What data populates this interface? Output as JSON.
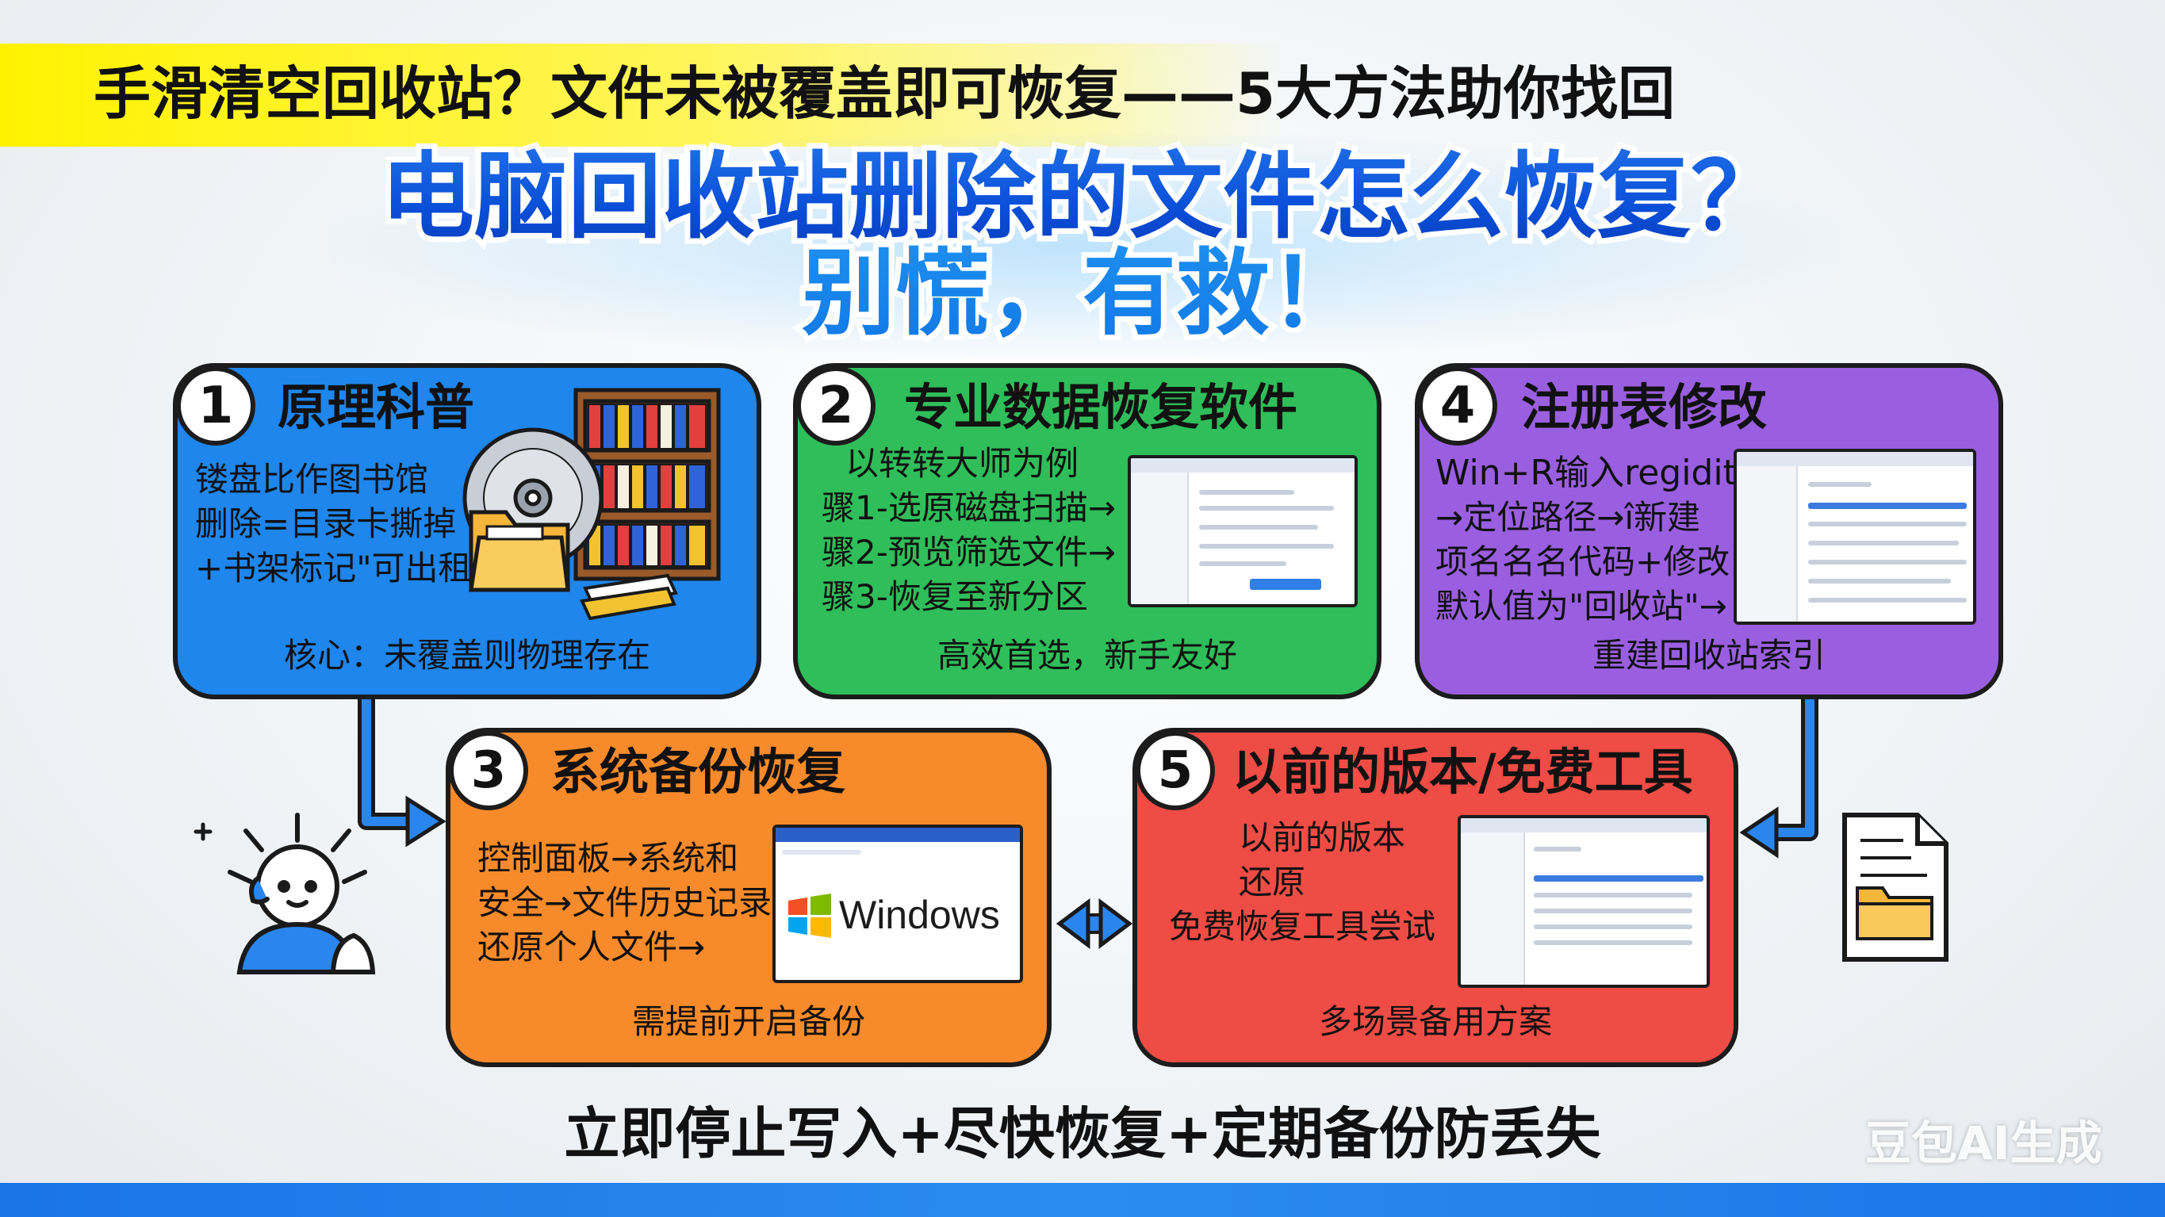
{
  "header": {
    "subtitle": "手滑清空回收站？文件未被覆盖即可恢复——5大方法助你找回",
    "title_line1": "电脑回收站删除的文件怎么恢复？",
    "title_line2": "别慌，有救！"
  },
  "cards": {
    "c1": {
      "number": "1",
      "title": "原理科普",
      "lines": [
        "镂盘比作图书馆",
        "删除=目录卡撕掉",
        "+书架标记\"可出租"
      ],
      "footer": "核心：未覆盖则物理存在",
      "color": "#1e86ec"
    },
    "c2": {
      "number": "2",
      "title": "专业数据恢复软件",
      "lines": [
        "以转转大师为例",
        "骤1-选原磁盘扫描→",
        "骤2-预览筛选文件→",
        "骤3-恢复至新分区"
      ],
      "footer": "高效首选，新手友好",
      "color": "#2fbe5a"
    },
    "c3": {
      "number": "3",
      "title": "系统备份恢复",
      "lines": [
        "控制面板→系统和",
        "安全→文件历史记录",
        "还原个人文件→"
      ],
      "window_label": "Windows",
      "footer": "需提前开启备份",
      "color": "#f78a2a"
    },
    "c4": {
      "number": "4",
      "title": "注册表修改",
      "lines": [
        "Win+R输入regidit",
        "→定位路径→î新建",
        "项名名名代码+修改",
        "默认值为\"回收站\"→"
      ],
      "footer": "重建回收站索引",
      "color": "#9a5fe0"
    },
    "c5": {
      "number": "5",
      "title": "以前的版本/免费工具",
      "lines": [
        "以前的版本",
        "还原",
        "免费恢复工具尝试"
      ],
      "footer": "多场景备用方案",
      "color": "#ef4c46"
    }
  },
  "footer": {
    "text": "立即停止写入+尽快恢复+定期备份防丢失",
    "watermark": "豆包AI生成"
  },
  "colors": {
    "title_blue": "#0a4fd8",
    "highlight_yellow": "#fff200",
    "arrow_blue": "#1a74e6",
    "bottom_band": "#1a74e6"
  },
  "icons": [
    "bookshelf-icon",
    "disc-icon",
    "folder-icon",
    "person-icon",
    "document-folder-icon",
    "windows-logo-icon",
    "double-arrow-icon"
  ]
}
